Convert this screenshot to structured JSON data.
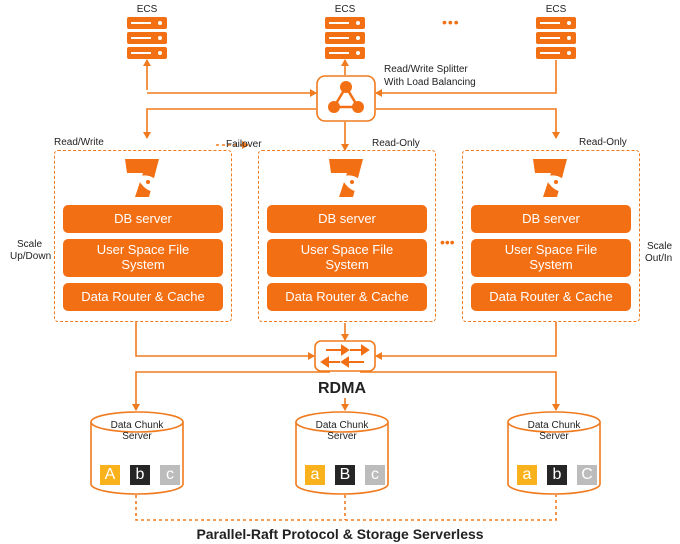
{
  "ecs_labels": [
    "ECS",
    "ECS",
    "ECS"
  ],
  "ecs_ellipsis": "•••",
  "splitter_label": [
    "Read/Write Splitter",
    "With Load Balancing"
  ],
  "modes": {
    "rw": "Read/Write",
    "failover": "Failover",
    "ro1": "Read-Only",
    "ro2": "Read-Only"
  },
  "scale_left": [
    "Scale",
    "Up/Down"
  ],
  "scale_right": [
    "Scale",
    "Out/In"
  ],
  "nodes": [
    {
      "db": "DB server",
      "fs": [
        "User Space File",
        "System"
      ],
      "router": "Data Router & Cache"
    },
    {
      "db": "DB server",
      "fs": [
        "User Space File",
        "System"
      ],
      "router": "Data Router & Cache"
    },
    {
      "db": "DB server",
      "fs": [
        "User Space File",
        "System"
      ],
      "router": "Data Router & Cache"
    }
  ],
  "rdma": "RDMA",
  "chunk_servers": [
    {
      "label": [
        "Data Chunk",
        "Server"
      ],
      "blocks": [
        {
          "t": "A",
          "c": "y"
        },
        {
          "t": "b",
          "c": "k"
        },
        {
          "t": "c",
          "c": "g"
        }
      ]
    },
    {
      "label": [
        "Data Chunk",
        "Server"
      ],
      "blocks": [
        {
          "t": "a",
          "c": "y"
        },
        {
          "t": "B",
          "c": "k"
        },
        {
          "t": "c",
          "c": "g"
        }
      ]
    },
    {
      "label": [
        "Data Chunk",
        "Server"
      ],
      "blocks": [
        {
          "t": "a",
          "c": "y"
        },
        {
          "t": "b",
          "c": "k"
        },
        {
          "t": "C",
          "c": "g"
        }
      ]
    }
  ],
  "footer": "Parallel-Raft Protocol & Storage Serverless",
  "colors": {
    "orange": "#f36f14",
    "line": "#f07a1e",
    "yellow": "#f9b21b",
    "black": "#262626",
    "grey": "#bcbcbc"
  }
}
